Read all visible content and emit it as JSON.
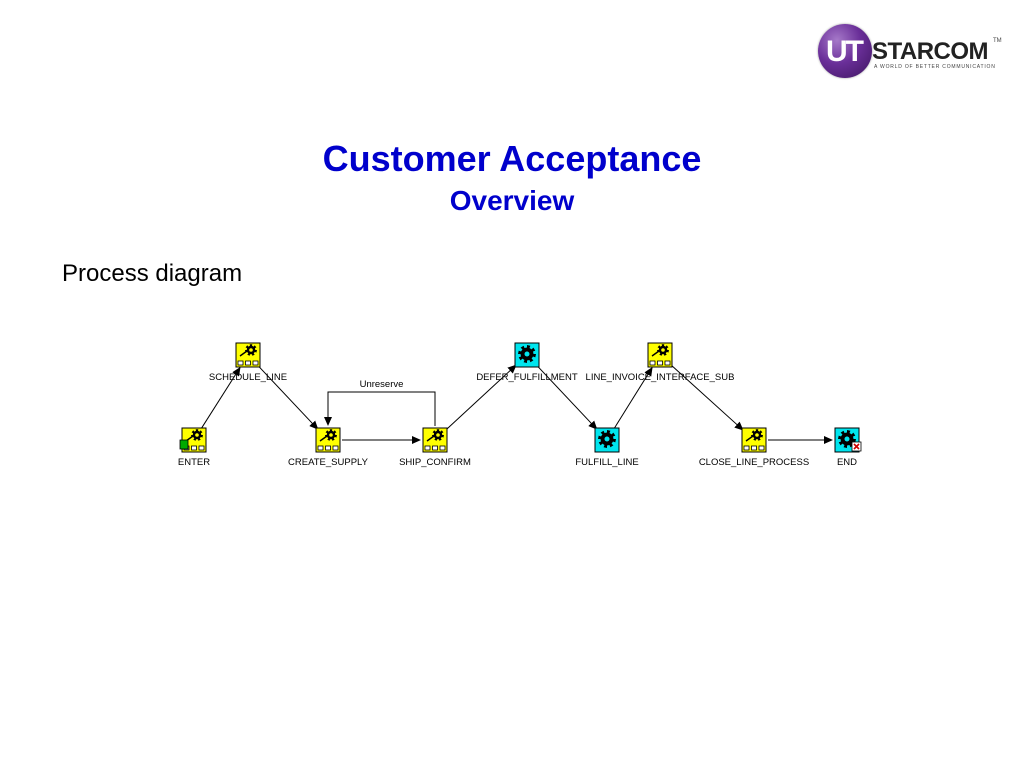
{
  "logo": {
    "mark_text": "UT",
    "word_text": "STARCOM",
    "trademark": "TM",
    "tagline": "A WORLD OF BETTER COMMUNICATION",
    "brand_color": "#6a2f99"
  },
  "header": {
    "title": "Customer Acceptance",
    "subtitle": "Overview",
    "title_color": "#0000cc"
  },
  "body": {
    "section_label": "Process diagram"
  },
  "diagram": {
    "nodes": [
      {
        "id": "enter",
        "label": "ENTER",
        "kind": "start"
      },
      {
        "id": "schedule_line",
        "label": "SCHEDULE_LINE",
        "kind": "subprocess"
      },
      {
        "id": "create_supply",
        "label": "CREATE_SUPPLY",
        "kind": "subprocess"
      },
      {
        "id": "ship_confirm",
        "label": "SHIP_CONFIRM",
        "kind": "subprocess"
      },
      {
        "id": "defer_fulfillment",
        "label": "DEFER_FULFILLMENT",
        "kind": "function"
      },
      {
        "id": "fulfill_line",
        "label": "FULFILL_LINE",
        "kind": "function"
      },
      {
        "id": "line_invoice_interface_sub",
        "label": "LINE_INVOICE_INTERFACE_SUB",
        "kind": "subprocess"
      },
      {
        "id": "close_line_process",
        "label": "CLOSE_LINE_PROCESS",
        "kind": "subprocess"
      },
      {
        "id": "end",
        "label": "END",
        "kind": "end"
      }
    ],
    "edges": [
      {
        "from": "enter",
        "to": "schedule_line"
      },
      {
        "from": "schedule_line",
        "to": "create_supply"
      },
      {
        "from": "create_supply",
        "to": "ship_confirm"
      },
      {
        "from": "ship_confirm",
        "to": "create_supply",
        "label": "Unreserve"
      },
      {
        "from": "ship_confirm",
        "to": "defer_fulfillment"
      },
      {
        "from": "defer_fulfillment",
        "to": "fulfill_line"
      },
      {
        "from": "fulfill_line",
        "to": "line_invoice_interface_sub"
      },
      {
        "from": "line_invoice_interface_sub",
        "to": "close_line_process"
      },
      {
        "from": "close_line_process",
        "to": "end"
      }
    ],
    "colors": {
      "subprocess_fill": "#ffff00",
      "function_fill": "#00e5ee",
      "start_marker": "#00aa00",
      "end_marker": "#cc0000"
    }
  }
}
